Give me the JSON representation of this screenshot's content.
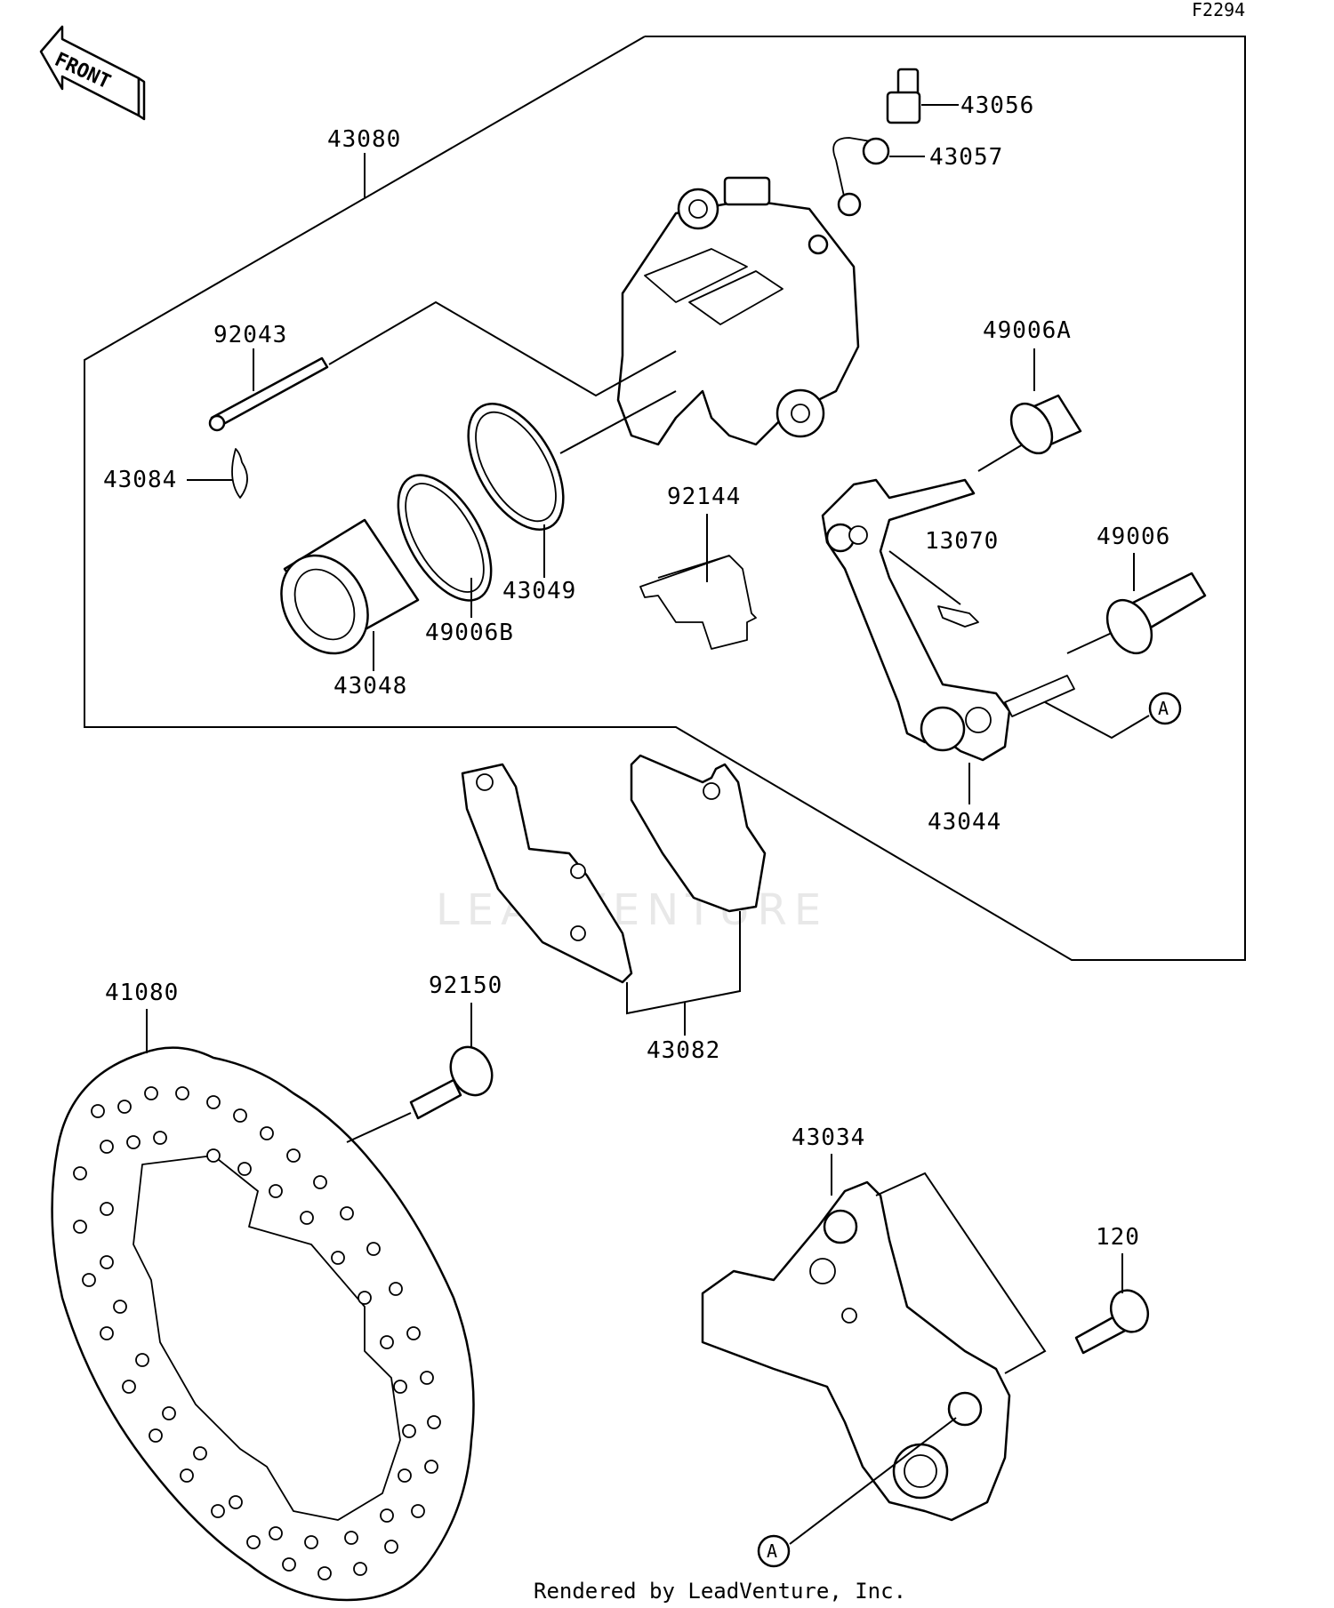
{
  "figure_code": "F2294",
  "front_label": "FRONT",
  "watermark": "LEADVENTURE",
  "footer": "Rendered by LeadVenture, Inc.",
  "reference_marker": "A",
  "parts": {
    "p43080": "43080",
    "p43056": "43056",
    "p43057": "43057",
    "p92043": "92043",
    "p43084": "43084",
    "p49006A": "49006A",
    "p92144": "92144",
    "p13070": "13070",
    "p49006": "49006",
    "p43049": "43049",
    "p49006B": "49006B",
    "p43048": "43048",
    "p43044": "43044",
    "p41080": "41080",
    "p92150": "92150",
    "p43082": "43082",
    "p43034": "43034",
    "p120": "120"
  }
}
